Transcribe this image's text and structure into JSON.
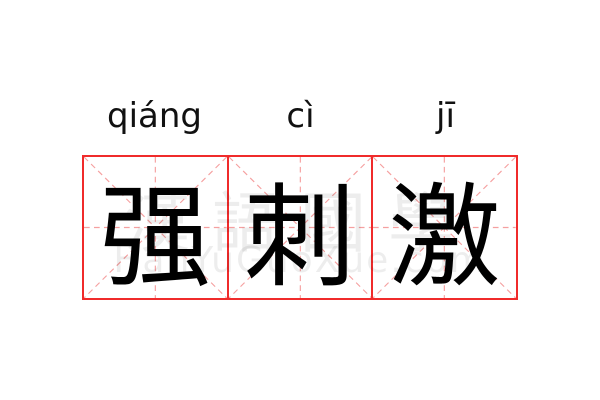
{
  "word": [
    {
      "pinyin": "qiáng",
      "char": "强"
    },
    {
      "pinyin": "cì",
      "char": "刺"
    },
    {
      "pinyin": "jī",
      "char": "激"
    }
  ],
  "watermark": {
    "chinese": "漢語國學",
    "latin": "HanYuGuoXue.com"
  },
  "colors": {
    "grid": "#f02b2b",
    "guide": "#f5a0a0"
  }
}
